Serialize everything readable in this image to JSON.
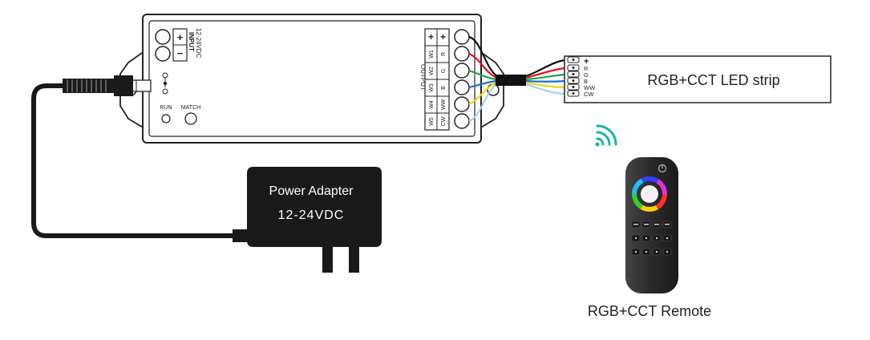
{
  "controller": {
    "input_label": "INPUT",
    "input_voltage": "12-24VDC",
    "input_plus": "+",
    "input_minus": "−",
    "run_label": "RUN",
    "match_label": "MATCH",
    "output_label": "OUTPUT",
    "output_channels": [
      {
        "id": "+",
        "name": "+"
      },
      {
        "id": "W1",
        "name": "R"
      },
      {
        "id": "W2",
        "name": "G"
      },
      {
        "id": "W3",
        "name": "B"
      },
      {
        "id": "W4",
        "name": "WW"
      },
      {
        "id": "W5",
        "name": "CW"
      }
    ]
  },
  "adapter": {
    "title": "Power Adapter",
    "voltage": "12-24VDC"
  },
  "strip": {
    "title": "RGB+CCT LED strip",
    "pins": [
      "+",
      "R",
      "G",
      "B",
      "WW",
      "CW"
    ]
  },
  "remote": {
    "caption": "RGB+CCT Remote"
  },
  "colors": {
    "wire_black": "#111111",
    "wire_red": "#e8101e",
    "wire_green": "#1aa64a",
    "wire_blue": "#1c6fd0",
    "wire_yellow": "#f3d21a",
    "wire_lightblue": "#9fd3ea",
    "wifi_teal": "#19b3a8",
    "remote_body": "#2b2b2b"
  }
}
